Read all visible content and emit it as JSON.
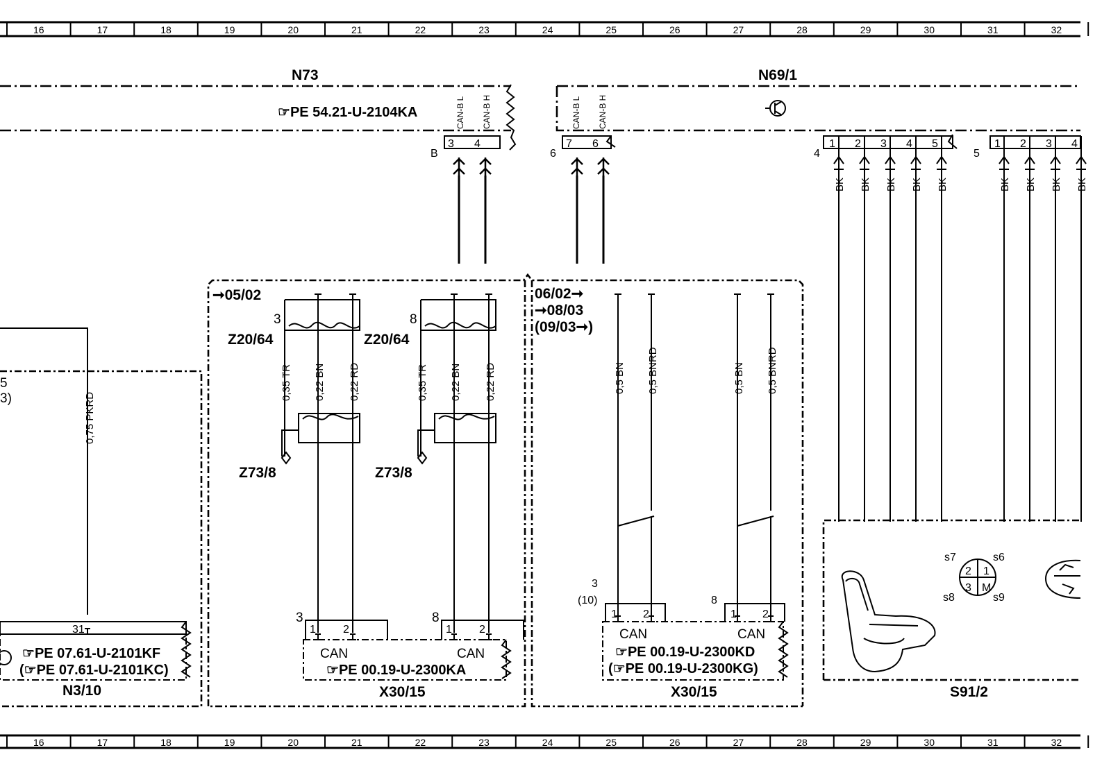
{
  "grid_top": [
    "16",
    "17",
    "18",
    "19",
    "20",
    "21",
    "22",
    "23",
    "24",
    "25",
    "26",
    "27",
    "28",
    "29",
    "30",
    "31",
    "32"
  ],
  "grid_bottom": [
    "16",
    "17",
    "18",
    "19",
    "20",
    "21",
    "22",
    "23",
    "24",
    "25",
    "26",
    "27",
    "28",
    "29",
    "30",
    "31",
    "32"
  ],
  "components": {
    "n73": {
      "name": "N73",
      "ref": "PE 54.21-U-2104KA",
      "conn_letter": "B",
      "pin_a": "3",
      "pin_b": "4",
      "sig_a": "CAN-B L",
      "sig_b": "CAN-B H"
    },
    "n69": {
      "name": "N69/1",
      "conn_num": "6",
      "pin_a": "7",
      "pin_b": "6",
      "sig_a": "CAN-B L",
      "sig_b": "CAN-B H",
      "conn4": "4",
      "conn5": "5",
      "conn4_pins": [
        "1",
        "2",
        "3",
        "4",
        "5"
      ],
      "conn5_pins": [
        "1",
        "2",
        "3",
        "4"
      ]
    },
    "n3": {
      "name": "N3/10",
      "ref1": "PE 07.61-U-2101KF",
      "ref2": "PE 07.61-U-2101KC",
      "pin": "31",
      "edge1": "5",
      "edge2": "3)"
    },
    "s91": {
      "name": "S91/2",
      "pos": [
        "s7",
        "s6",
        "s8",
        "s9"
      ],
      "quad": [
        "2",
        "1",
        "3",
        "M"
      ]
    }
  },
  "group_a": {
    "date": "05/02",
    "z20": "Z20/64",
    "z73": "Z73/8",
    "x30": "X30/15",
    "ref": "PE 00.19-U-2300KA",
    "can": "CAN",
    "conn1": "3",
    "conn2": "8",
    "w1": "0,35 TR",
    "w2": "0,22 BN",
    "w3": "0,22 RD",
    "p1": "1",
    "p2": "2"
  },
  "group_b": {
    "date1": "06/02",
    "date2": "08/03",
    "date3": "(09/03",
    "x30": "X30/15",
    "ref1": "PE 00.19-U-2300KD",
    "ref2": "PE 00.19-U-2300KG",
    "can": "CAN",
    "conn1": "3",
    "conn1b": "(10)",
    "conn2": "8",
    "w1": "0,5 BN",
    "w2": "0,5 BNRD",
    "p1": "1",
    "p2": "2"
  },
  "wires": {
    "pkrd": "0,75 PKRD",
    "bk": "BK"
  }
}
